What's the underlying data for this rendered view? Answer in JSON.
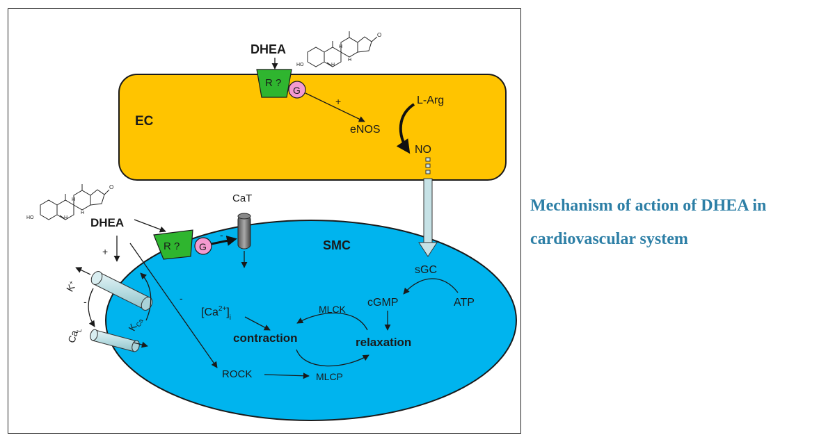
{
  "caption": {
    "line1": "Mechanism of action of DHEA in",
    "line2": "cardiovascular system"
  },
  "diagram": {
    "ec": {
      "label": "EC",
      "color": "#ffc400"
    },
    "smc": {
      "label": "SMC",
      "color": "#00b4ee"
    },
    "dhea_top": "DHEA",
    "dhea_left": "DHEA",
    "receptor": "R ?",
    "g_protein": "G",
    "plus": "+",
    "minus": "-",
    "enos": "eNOS",
    "larg": "L-Arg",
    "no": "NO",
    "cat": "CaT",
    "sgc": "sGC",
    "cgmp": "cGMP",
    "atp": "ATP",
    "mlck": "MLCK",
    "ca_base": "[Ca",
    "ca_sup": "2+",
    "ca_close": "]",
    "ca_sub": "i",
    "contraction": "contraction",
    "relaxation": "relaxation",
    "rock": "ROCK",
    "mlcp": "MLCP",
    "k_plus_base": "K",
    "k_plus_sup": "+",
    "kca_base": "K",
    "kca_sub": "Ca",
    "cal_base": "Ca",
    "cal_sub": "L",
    "ho": "HO",
    "h": "H",
    "o": "O",
    "receptor_color": "#2fb52f",
    "g_color": "#f49ad0"
  }
}
